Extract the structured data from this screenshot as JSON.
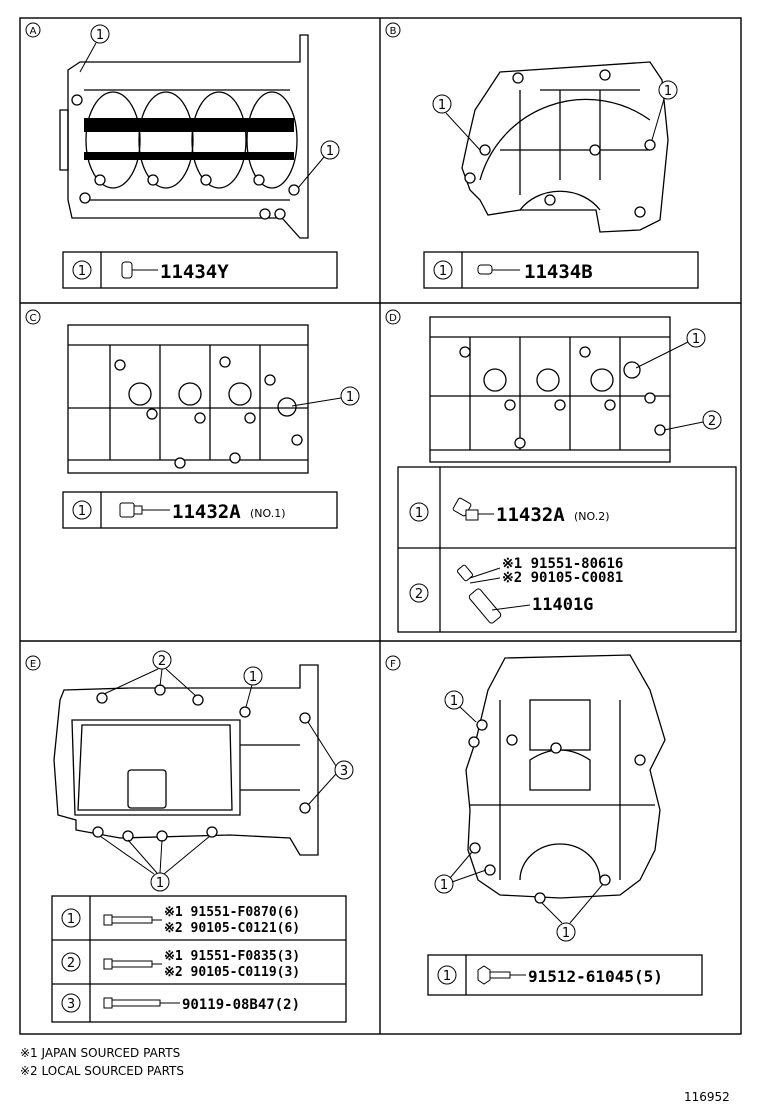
{
  "panels": {
    "A": {
      "label": "A",
      "rows": [
        {
          "callout": "1",
          "part": "11434Y",
          "note": ""
        }
      ]
    },
    "B": {
      "label": "B",
      "rows": [
        {
          "callout": "1",
          "part": "11434B",
          "note": ""
        }
      ]
    },
    "C": {
      "label": "C",
      "rows": [
        {
          "callout": "1",
          "part": "11432A",
          "note": "(NO.1)"
        }
      ]
    },
    "D": {
      "label": "D",
      "rows": [
        {
          "callout": "1",
          "part": "11432A",
          "note": "(NO.2)"
        },
        {
          "callout": "2",
          "lines": [
            "※1 91551-80616",
            "※2 90105-C0081"
          ],
          "part": "11401G"
        }
      ]
    },
    "E": {
      "label": "E",
      "rows": [
        {
          "callout": "1",
          "lines": [
            "※1 91551-F0870(6)",
            "※2 90105-C0121(6)"
          ]
        },
        {
          "callout": "2",
          "lines": [
            "※1 91551-F0835(3)",
            "※2 90105-C0119(3)"
          ]
        },
        {
          "callout": "3",
          "lines": [
            "90119-08B47(2)"
          ]
        }
      ]
    },
    "F": {
      "label": "F",
      "rows": [
        {
          "callout": "1",
          "part": "91512-61045(5)"
        }
      ]
    }
  },
  "callouts": {
    "one": "1",
    "two": "2",
    "three": "3"
  },
  "footnotes": {
    "note1": "※1 JAPAN SOURCED PARTS",
    "note2": "※2 LOCAL SOURCED PARTS",
    "figure_number": "116952"
  }
}
